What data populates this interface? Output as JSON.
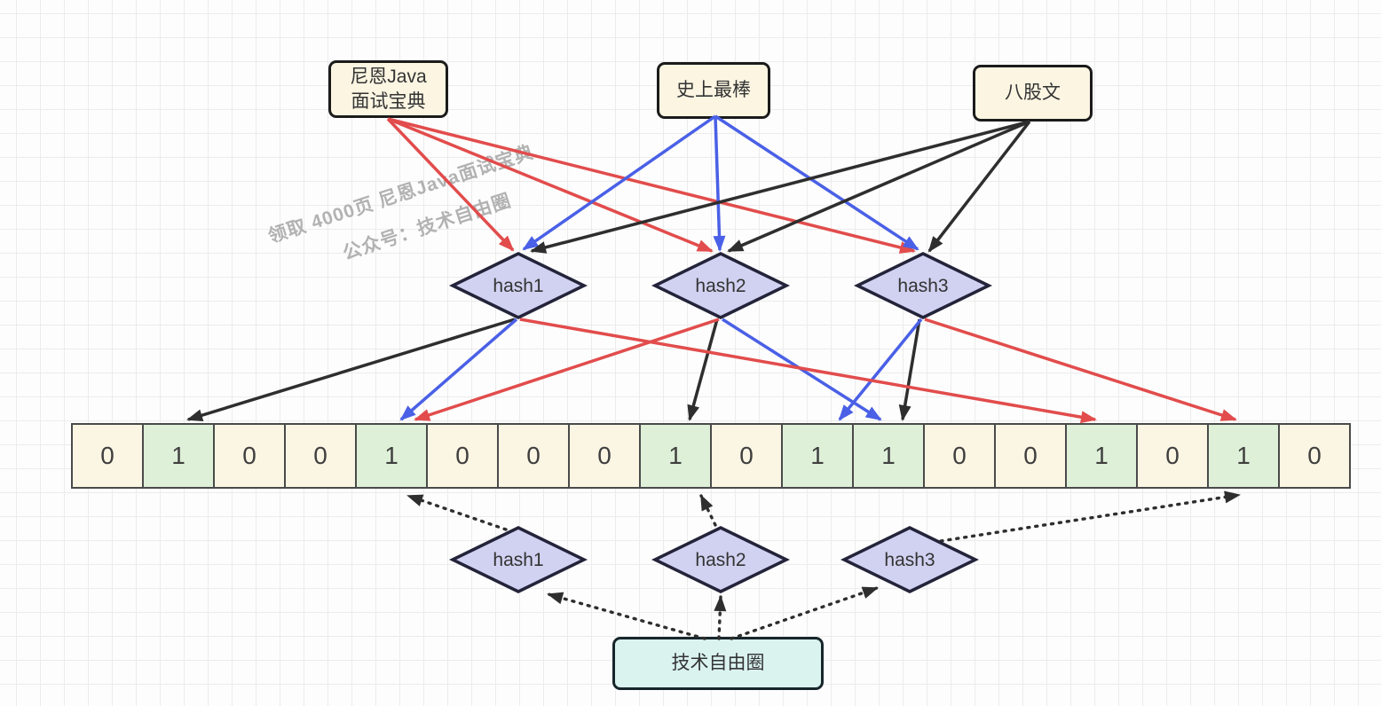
{
  "diagram_title": "bloom-filter-hash-diagram",
  "nodes": {
    "item1": {
      "line1": "尼恩Java",
      "line2": "面试宝典"
    },
    "item2": {
      "label": "史上最棒"
    },
    "item3": {
      "label": "八股文"
    },
    "query": {
      "label": "技术自由圈"
    },
    "hash_top": [
      "hash1",
      "hash2",
      "hash3"
    ],
    "hash_bottom": [
      "hash1",
      "hash2",
      "hash3"
    ]
  },
  "watermark": {
    "line1": "领取 4000页 尼恩Java面试宝典",
    "line2": "公众号：技术自由圈"
  },
  "bit_array": {
    "cells": [
      "0",
      "1",
      "0",
      "0",
      "1",
      "0",
      "0",
      "0",
      "1",
      "0",
      "1",
      "1",
      "0",
      "0",
      "1",
      "0",
      "1",
      "0"
    ],
    "set_bit_indexes": [
      1,
      4,
      8,
      10,
      11,
      14,
      16
    ]
  },
  "colors": {
    "item1_arrows": "#e24c4c",
    "item2_arrows": "#4a60e6",
    "item3_arrows": "#2e2e2e",
    "query_arrows": "#2e2e2e",
    "item_box_fill": "#fbf5e2",
    "query_box_fill": "#daf3ef",
    "diamond_fill": "#d1d2f1",
    "cell_zero_fill": "#fbf5e3",
    "cell_one_fill": "#def0d8",
    "watermark_gray": "#b2b2b2"
  },
  "edges": {
    "insert": [
      {
        "item": "尼恩Java面试宝典",
        "color": "#e24c4c",
        "hash1_cell": 14,
        "hash2_cell": 4,
        "hash3_cell": 16
      },
      {
        "item": "史上最棒",
        "color": "#4a60e6",
        "hash1_cell": 4,
        "hash2_cell": 11,
        "hash3_cell": 10
      },
      {
        "item": "八股文",
        "color": "#2e2e2e",
        "hash1_cell": 1,
        "hash2_cell": 8,
        "hash3_cell": 11
      }
    ],
    "query": {
      "item": "技术自由圈",
      "style": "dotted",
      "hash1_cell": 4,
      "hash2_cell": 8,
      "hash3_cell": 16
    }
  }
}
